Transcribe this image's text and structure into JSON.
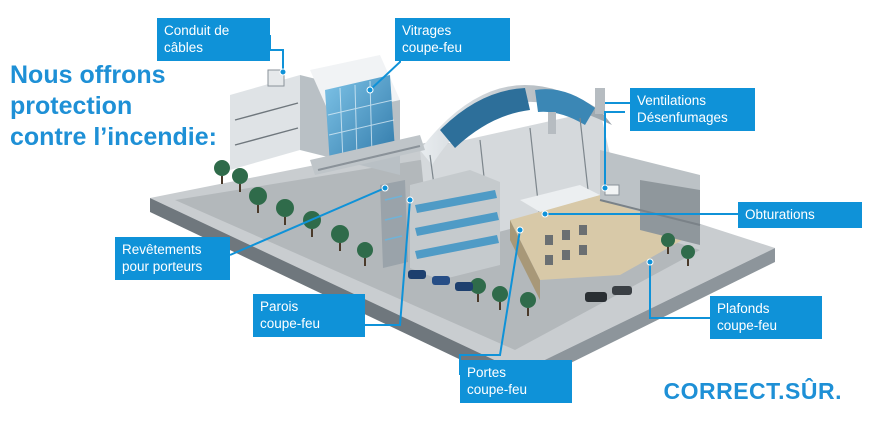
{
  "headline": {
    "lines": [
      "Nous offrons",
      "protection",
      "contre l’incendie:"
    ]
  },
  "labels": {
    "conduit": [
      "Conduit de",
      "câbles"
    ],
    "vitrages": [
      "Vitrages",
      "coupe-feu"
    ],
    "ventilations": [
      "Ventilations",
      "Désenfumages"
    ],
    "obturations": [
      "Obturations"
    ],
    "revetements": [
      "Revêtements",
      "pour porteurs"
    ],
    "parois": [
      "Parois",
      "coupe-feu"
    ],
    "portes": [
      "Portes",
      "coupe-feu"
    ],
    "plafonds": [
      "Plafonds",
      "coupe-feu"
    ]
  },
  "brand": "CORRECT.SÛR.",
  "colors": {
    "accent": "#0f92d8",
    "headline": "#1e90d6",
    "label_text": "#ffffff"
  }
}
